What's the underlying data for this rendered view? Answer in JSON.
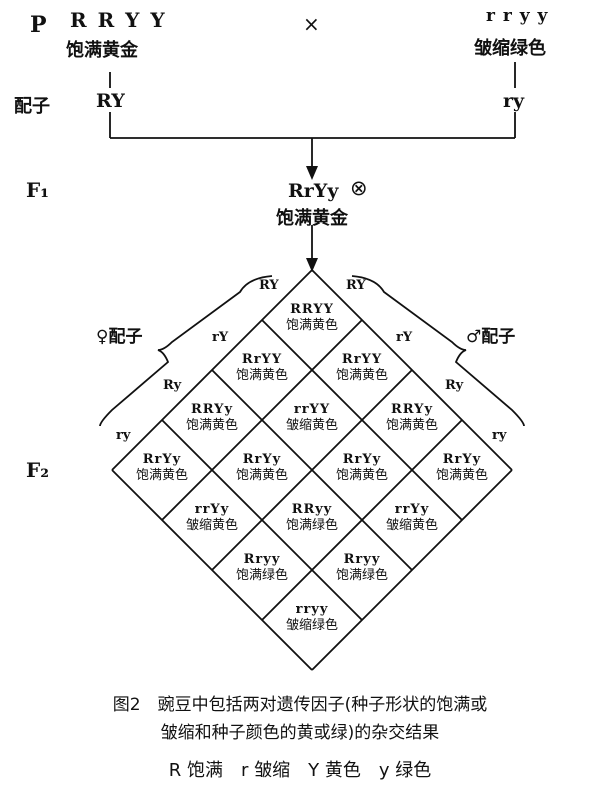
{
  "parents": {
    "label": "P",
    "cross_symbol": "×",
    "left": {
      "genotype": "R R Y Y",
      "phenotype": "饱满黄金"
    },
    "right": {
      "genotype": "r r y y",
      "phenotype": "皱缩绿色"
    }
  },
  "gametes": {
    "label": "配子",
    "left": "RY",
    "right": "ry"
  },
  "f1": {
    "label": "F₁",
    "genotype": "RrYy",
    "self_symbol": "⊗",
    "phenotype": "饱满黄金"
  },
  "f2": {
    "label": "F₂",
    "female_gametes_label": "♀配子",
    "male_gametes_label": "♂配子",
    "left_edge_gametes": [
      "RY",
      "rY",
      "Ry",
      "ry"
    ],
    "right_edge_gametes": [
      "RY",
      "rY",
      "Ry",
      "ry"
    ],
    "cells": [
      {
        "genotype": "RRYY",
        "phenotype": "饱满黄色"
      },
      {
        "genotype": "RrYY",
        "phenotype": "饱满黄色"
      },
      {
        "genotype": "RrYY",
        "phenotype": "饱满黄色"
      },
      {
        "genotype": "RRYy",
        "phenotype": "饱满黄色"
      },
      {
        "genotype": "rrYY",
        "phenotype": "皱缩黄色"
      },
      {
        "genotype": "RRYy",
        "phenotype": "饱满黄色"
      },
      {
        "genotype": "RrYy",
        "phenotype": "饱满黄色"
      },
      {
        "genotype": "RrYy",
        "phenotype": "饱满黄色"
      },
      {
        "genotype": "RrYy",
        "phenotype": "饱满黄色"
      },
      {
        "genotype": "RrYy",
        "phenotype": "饱满黄色"
      },
      {
        "genotype": "rrYy",
        "phenotype": "皱缩黄色"
      },
      {
        "genotype": "RRyy",
        "phenotype": "饱满绿色"
      },
      {
        "genotype": "rrYy",
        "phenotype": "皱缩黄色"
      },
      {
        "genotype": "Rryy",
        "phenotype": "饱满绿色"
      },
      {
        "genotype": "Rryy",
        "phenotype": "饱满绿色"
      },
      {
        "genotype": "rryy",
        "phenotype": "皱缩绿色"
      }
    ]
  },
  "caption": {
    "line1": "图2　豌豆中包括两对遗传因子(种子形状的饱满或",
    "line2": "皱缩和种子颜色的黄或绿)的杂交结果",
    "legend": "R 饱满　r 皱缩　Y 黄色　y 绿色"
  }
}
